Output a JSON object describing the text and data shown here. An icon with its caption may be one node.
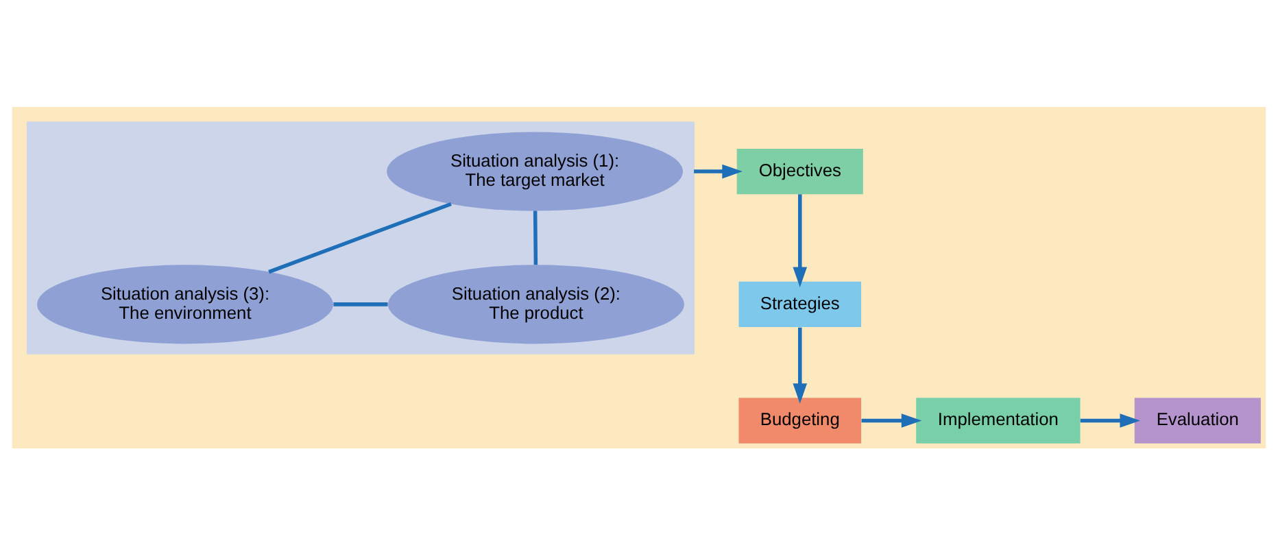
{
  "diagram": {
    "nodes": [
      {
        "text": [],
        "shape": "box"
      },
      {
        "text": [
          "Situation analysis (1): The target market"
        ],
        "in": 0
      },
      {
        "text": [
          "Situation analysis (3): The environment"
        ],
        "in": 0
      },
      {
        "text": [
          "Situation analysis (2): The product"
        ],
        "in": 0
      },
      {
        "text": [
          "Objectives"
        ]
      },
      {
        "text": [
          "Strategies"
        ]
      },
      {
        "text": [
          "Budgeting"
        ]
      },
      {
        "text": [
          "Implementation"
        ]
      },
      {
        "text": [
          "Evaluation"
        ]
      }
    ],
    "edges": [
      {
        "from": 1,
        "to": 2,
        "arrow": "none"
      },
      {
        "from": 1,
        "to": 3,
        "arrow": "none"
      },
      {
        "from": 2,
        "to": 3,
        "arrow": "none"
      },
      {
        "from": 0,
        "to": 4,
        "arrow": "to"
      },
      {
        "from": 4,
        "to": 5,
        "arrow": "to"
      },
      {
        "from": 5,
        "to": 6,
        "arrow": "to"
      },
      {
        "from": 6,
        "to": 7,
        "arrow": "to"
      },
      {
        "from": 7,
        "to": 8,
        "arrow": "to"
      }
    ]
  }
}
